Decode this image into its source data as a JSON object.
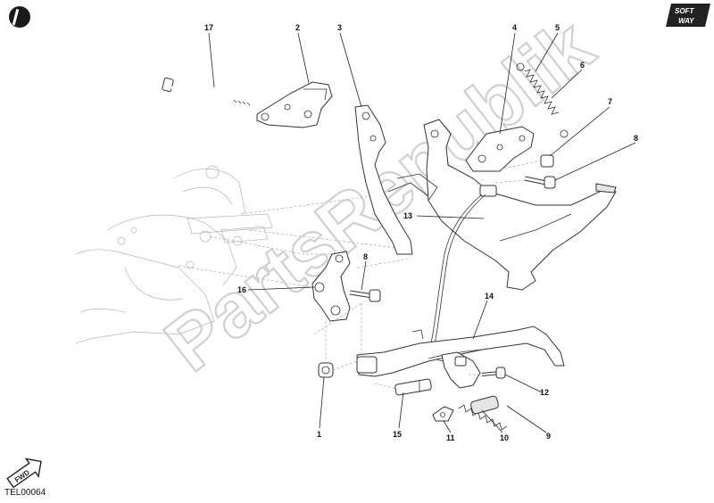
{
  "watermark": "PartsRepublik",
  "drawing_code": "TEL00064",
  "brand_logo": {
    "line1": "SOFT",
    "line2": "WAY"
  },
  "fwd_badge": "FWD",
  "callouts": {
    "c1": "1",
    "c2": "2",
    "c3": "3",
    "c4": "4",
    "c5": "5",
    "c6": "6",
    "c7": "7",
    "c8a": "8",
    "c8b": "8",
    "c9": "9",
    "c10": "10",
    "c11": "11",
    "c12": "12",
    "c13": "13",
    "c14": "14",
    "c15": "15",
    "c16": "16",
    "c17": "17"
  }
}
